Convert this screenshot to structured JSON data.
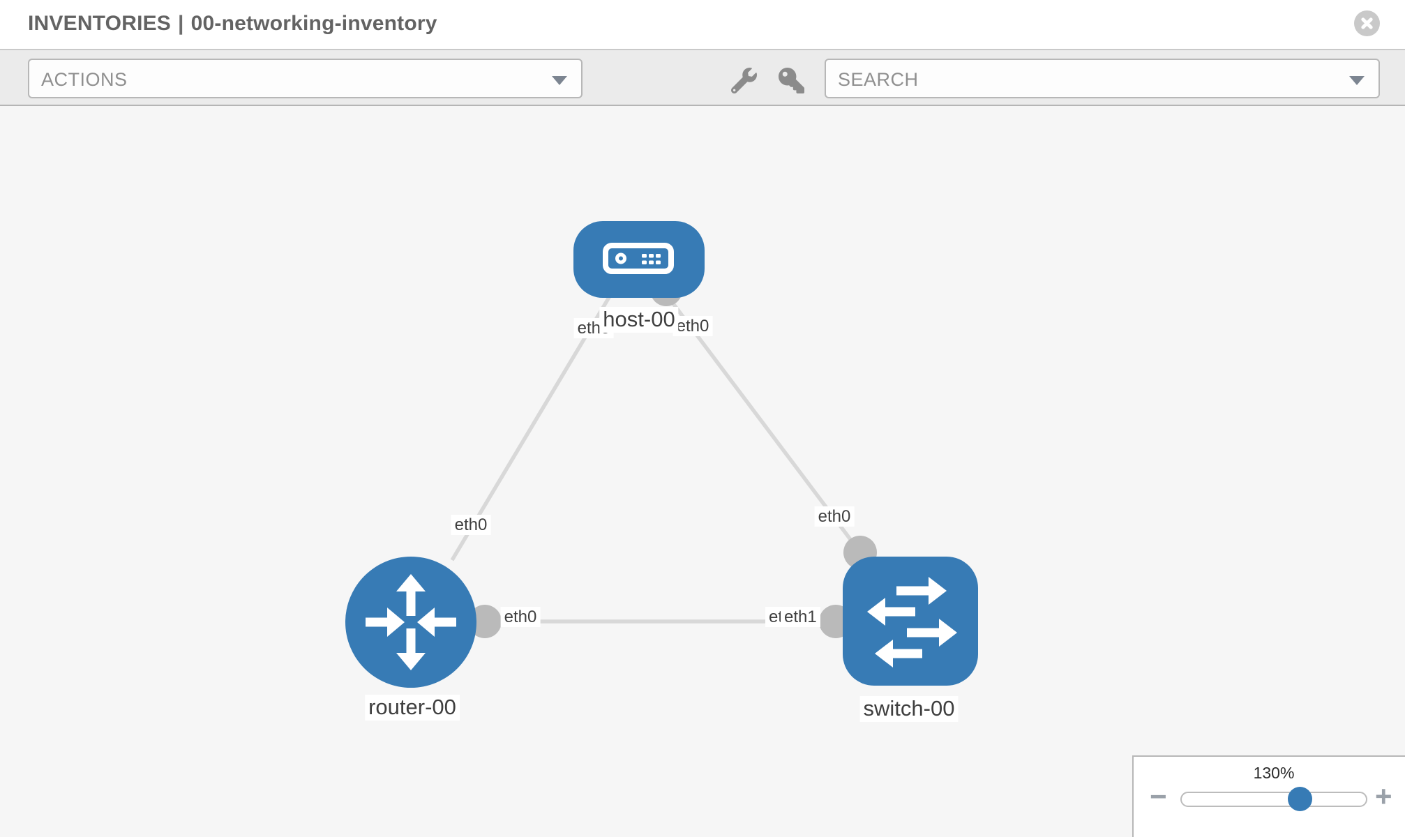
{
  "header": {
    "title_primary": "INVENTORIES",
    "title_separator": "|",
    "title_secondary": "00-networking-inventory"
  },
  "toolbar": {
    "actions_placeholder": "ACTIONS",
    "search_placeholder": "SEARCH"
  },
  "colors": {
    "accent_blue": "#377BB5",
    "link_gray": "#D8D8D8",
    "dot_gray": "#BABABA",
    "canvas_bg": "#F6F6F6",
    "toolbar_bg": "#EBEBEB"
  },
  "topology": {
    "nodes": [
      {
        "id": "host-00",
        "type": "host",
        "label": "host-00"
      },
      {
        "id": "router-00",
        "type": "router",
        "label": "router-00"
      },
      {
        "id": "switch-00",
        "type": "switch",
        "label": "switch-00"
      }
    ],
    "links": [
      {
        "from": "host-00",
        "to": "router-00",
        "from_interface": "eth0",
        "to_interface": "eth0"
      },
      {
        "from": "host-00",
        "to": "switch-00",
        "from_interface": "eth0",
        "to_interface": "eth0"
      },
      {
        "from": "router-00",
        "to": "switch-00",
        "from_interface": "eth0",
        "to_interface": "eth1"
      }
    ],
    "interface_labels": {
      "host_left": "eth0",
      "host_right": "eth0",
      "router_link_mid": "eth0",
      "switch_top": "eth0",
      "router_right": "eth0",
      "switch_left_under": "eth0",
      "switch_left_over": "eth1"
    }
  },
  "zoom_control": {
    "percent": "130%",
    "minus": "−",
    "plus": "+"
  }
}
